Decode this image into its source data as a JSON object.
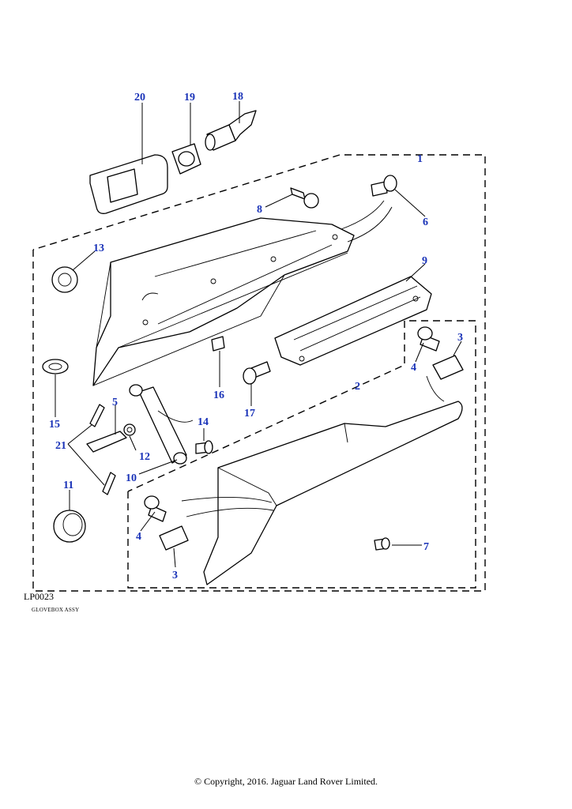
{
  "diagram": {
    "reference_code": "LP0023",
    "caption": "GLOVEBOX ASSY",
    "copyright": "© Copyright, 2016. Jaguar Land Rover Limited.",
    "callouts": {
      "c1": "1",
      "c2": "2",
      "c3a": "3",
      "c3b": "3",
      "c4a": "4",
      "c4b": "4",
      "c5": "5",
      "c6": "6",
      "c7": "7",
      "c8": "8",
      "c9": "9",
      "c10": "10",
      "c11": "11",
      "c12": "12",
      "c13": "13",
      "c14": "14",
      "c15": "15",
      "c16": "16",
      "c17": "17",
      "c18": "18",
      "c19": "19",
      "c20": "20",
      "c21": "21"
    },
    "colors": {
      "callout": "#1a33b8",
      "linework": "#000000",
      "background": "#ffffff"
    }
  }
}
